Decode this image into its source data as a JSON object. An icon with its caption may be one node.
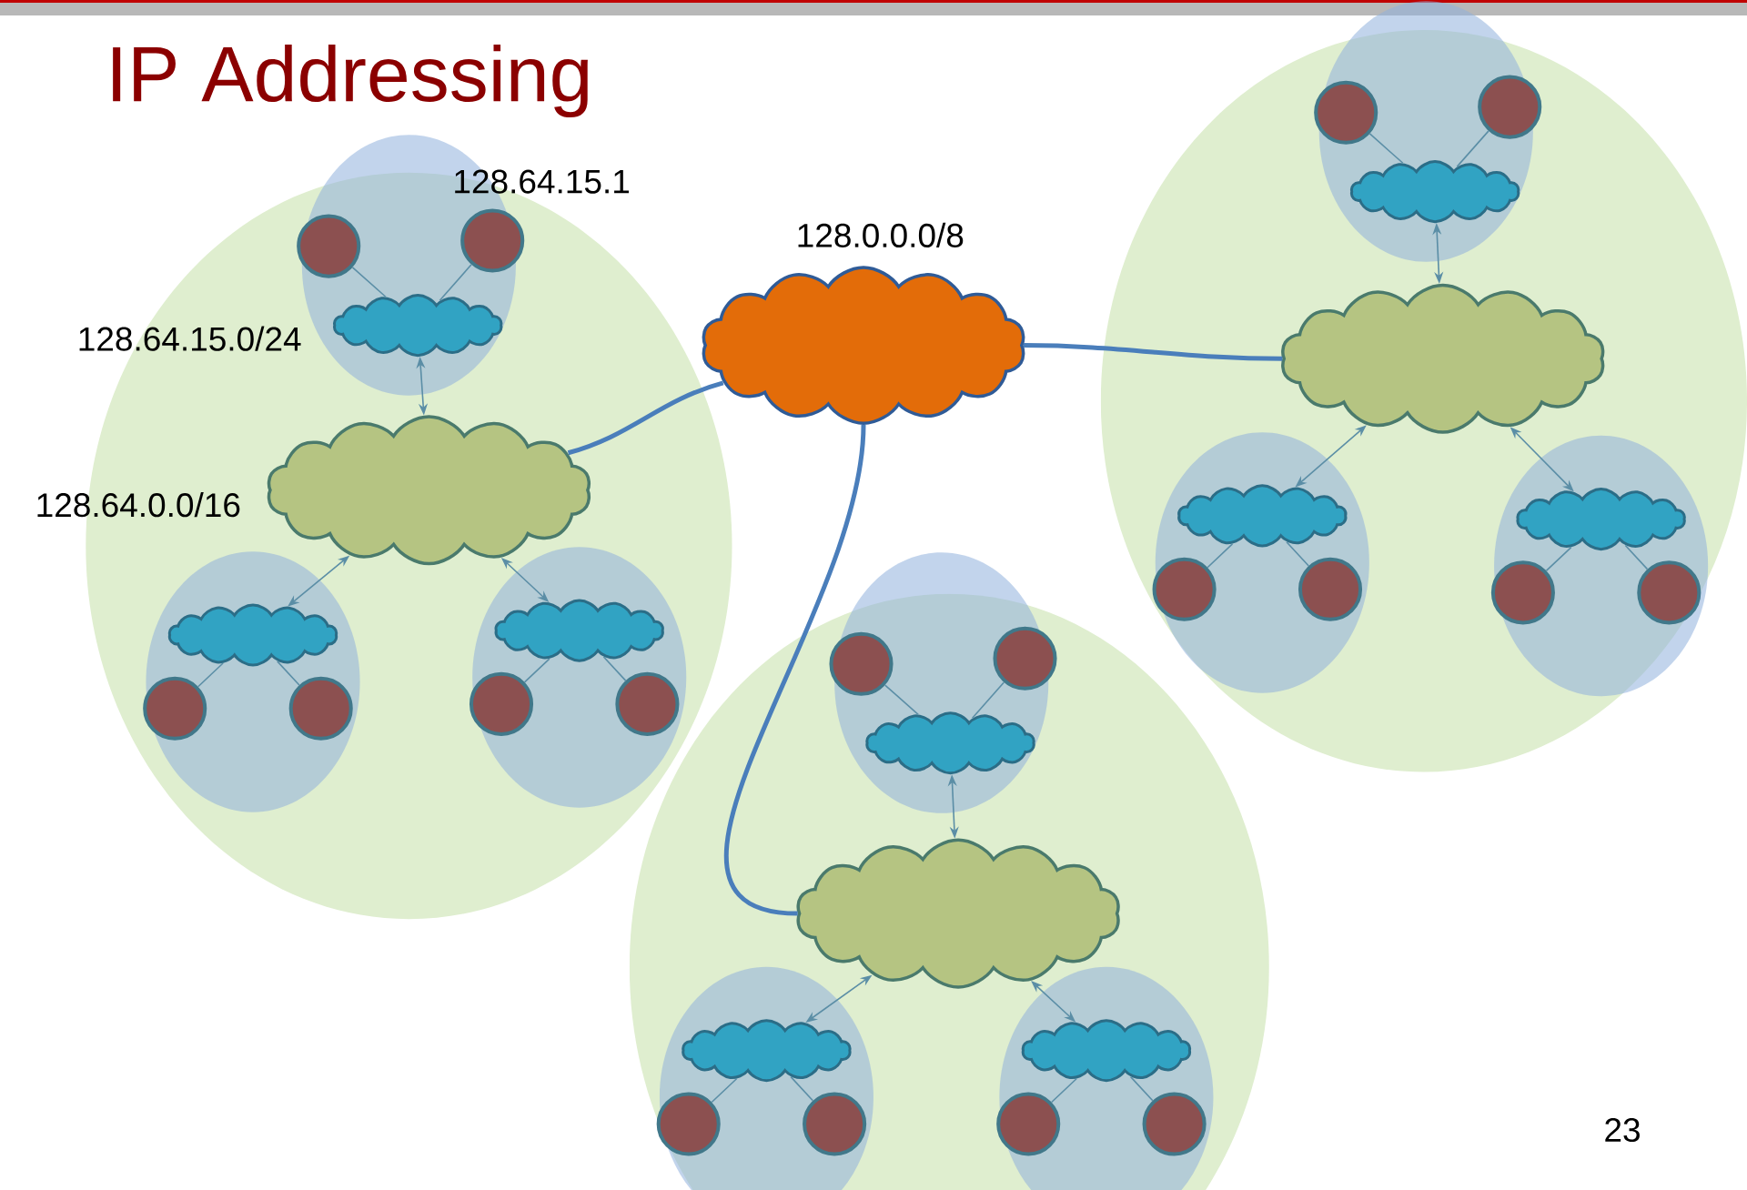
{
  "diagram": {
    "title": "IP Addressing",
    "nodes": [
      {
        "text": [],
        "shape": "cloud",
        "beside": [
          "128.0.0.0/8"
        ]
      },
      {
        "text": [],
        "shape": "ellipse",
        "beside": [
          "128.64.0.0/16"
        ]
      },
      {
        "text": [],
        "shape": "ellipse",
        "beside": [
          "128.64.15.0/24"
        ]
      },
      {
        "text": [],
        "shape": "circle",
        "in": 2
      },
      {
        "text": [],
        "shape": "circle",
        "in": 2,
        "beside": [
          "128.64.15.1"
        ]
      },
      {
        "text": [],
        "shape": "cloud",
        "in": 2
      },
      {
        "text": [],
        "shape": "cloud",
        "in": 1
      },
      {
        "text": [],
        "shape": "ellipse",
        "in": 1
      },
      {
        "text": [],
        "shape": "cloud",
        "in": 7
      },
      {
        "text": [],
        "shape": "circle",
        "in": 7
      },
      {
        "text": [],
        "shape": "circle",
        "in": 7
      },
      {
        "text": [],
        "shape": "ellipse",
        "in": 1
      },
      {
        "text": [],
        "shape": "cloud",
        "in": 11
      },
      {
        "text": [],
        "shape": "circle",
        "in": 11
      },
      {
        "text": [],
        "shape": "circle",
        "in": 11
      },
      {
        "text": [],
        "shape": "ellipse"
      },
      {
        "text": [],
        "shape": "ellipse"
      },
      {
        "text": [],
        "shape": "circle",
        "in": 16
      },
      {
        "text": [],
        "shape": "circle",
        "in": 16
      },
      {
        "text": [],
        "shape": "cloud",
        "in": 16
      },
      {
        "text": [],
        "shape": "cloud",
        "in": 15
      },
      {
        "text": [],
        "shape": "ellipse",
        "in": 15
      },
      {
        "text": [],
        "shape": "cloud",
        "in": 21
      },
      {
        "text": [],
        "shape": "circle",
        "in": 21
      },
      {
        "text": [],
        "shape": "circle",
        "in": 21
      },
      {
        "text": [],
        "shape": "ellipse",
        "in": 15
      },
      {
        "text": [],
        "shape": "cloud",
        "in": 25
      },
      {
        "text": [],
        "shape": "circle",
        "in": 25
      },
      {
        "text": [],
        "shape": "circle",
        "in": 25
      },
      {
        "text": [],
        "shape": "ellipse"
      },
      {
        "text": [],
        "shape": "ellipse"
      },
      {
        "text": [],
        "shape": "circle",
        "in": 30
      },
      {
        "text": [],
        "shape": "circle",
        "in": 30
      },
      {
        "text": [],
        "shape": "cloud",
        "in": 30
      },
      {
        "text": [],
        "shape": "cloud",
        "in": 29
      },
      {
        "text": [],
        "shape": "ellipse",
        "in": 29
      },
      {
        "text": [],
        "shape": "cloud",
        "in": 35
      },
      {
        "text": [],
        "shape": "circle",
        "in": 35
      },
      {
        "text": [],
        "shape": "circle",
        "in": 35
      },
      {
        "text": [],
        "shape": "ellipse",
        "in": 29
      },
      {
        "text": [],
        "shape": "cloud",
        "in": 39
      },
      {
        "text": [],
        "shape": "circle",
        "in": 39
      },
      {
        "text": [],
        "shape": "circle",
        "in": 39
      }
    ],
    "edges": [
      {
        "from": 0,
        "to": 6,
        "arrow": "none",
        "style": "thick",
        "color": "#4a7ebb"
      },
      {
        "from": 0,
        "to": 20,
        "arrow": "none",
        "style": "thick",
        "color": "#4a7ebb"
      },
      {
        "from": 0,
        "to": 34,
        "arrow": "none",
        "style": "thick",
        "color": "#4a7ebb"
      },
      {
        "from": 6,
        "to": 5,
        "arrow": "both"
      },
      {
        "from": 6,
        "to": 8,
        "arrow": "both"
      },
      {
        "from": 6,
        "to": 12,
        "arrow": "both"
      },
      {
        "from": 5,
        "to": 3,
        "arrow": "none"
      },
      {
        "from": 5,
        "to": 4,
        "arrow": "none"
      },
      {
        "from": 8,
        "to": 9,
        "arrow": "none"
      },
      {
        "from": 8,
        "to": 10,
        "arrow": "none"
      },
      {
        "from": 12,
        "to": 13,
        "arrow": "none"
      },
      {
        "from": 12,
        "to": 14,
        "arrow": "none"
      },
      {
        "from": 20,
        "to": 19,
        "arrow": "both"
      },
      {
        "from": 20,
        "to": 22,
        "arrow": "both"
      },
      {
        "from": 20,
        "to": 26,
        "arrow": "both"
      },
      {
        "from": 19,
        "to": 17,
        "arrow": "none"
      },
      {
        "from": 19,
        "to": 18,
        "arrow": "none"
      },
      {
        "from": 22,
        "to": 23,
        "arrow": "none"
      },
      {
        "from": 22,
        "to": 24,
        "arrow": "none"
      },
      {
        "from": 26,
        "to": 27,
        "arrow": "none"
      },
      {
        "from": 26,
        "to": 28,
        "arrow": "none"
      },
      {
        "from": 34,
        "to": 33,
        "arrow": "both"
      },
      {
        "from": 34,
        "to": 36,
        "arrow": "both"
      },
      {
        "from": 34,
        "to": 40,
        "arrow": "both"
      },
      {
        "from": 33,
        "to": 31,
        "arrow": "none"
      },
      {
        "from": 33,
        "to": 32,
        "arrow": "none"
      },
      {
        "from": 36,
        "to": 37,
        "arrow": "none"
      },
      {
        "from": 36,
        "to": 38,
        "arrow": "none"
      },
      {
        "from": 40,
        "to": 41,
        "arrow": "none"
      },
      {
        "from": 40,
        "to": 42,
        "arrow": "none"
      }
    ],
    "labels": [
      "23"
    ]
  }
}
